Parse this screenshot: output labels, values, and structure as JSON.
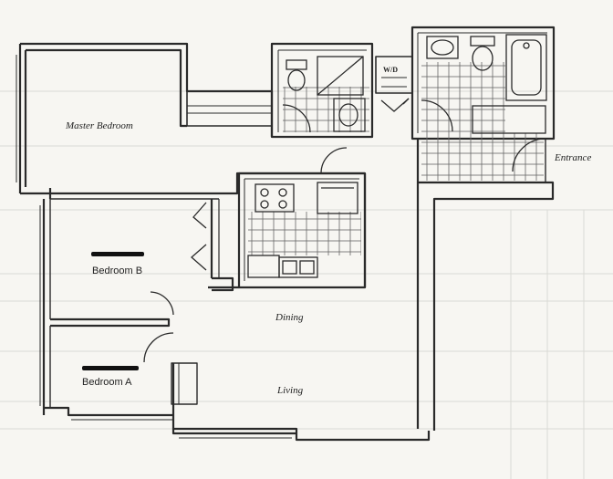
{
  "plan": {
    "rooms": {
      "master_bedroom": "Master Bedroom",
      "bedroom_b": "Bedroom B",
      "bedroom_a": "Bedroom A",
      "dining": "Dining",
      "living": "Living",
      "entrance": "Entrance",
      "washer_dryer": "W/D"
    }
  },
  "colors": {
    "ink": "#2a2a2a",
    "paper": "#f7f6f2",
    "tile": "#6a6a6a",
    "ghost": "#c9c9c4"
  }
}
